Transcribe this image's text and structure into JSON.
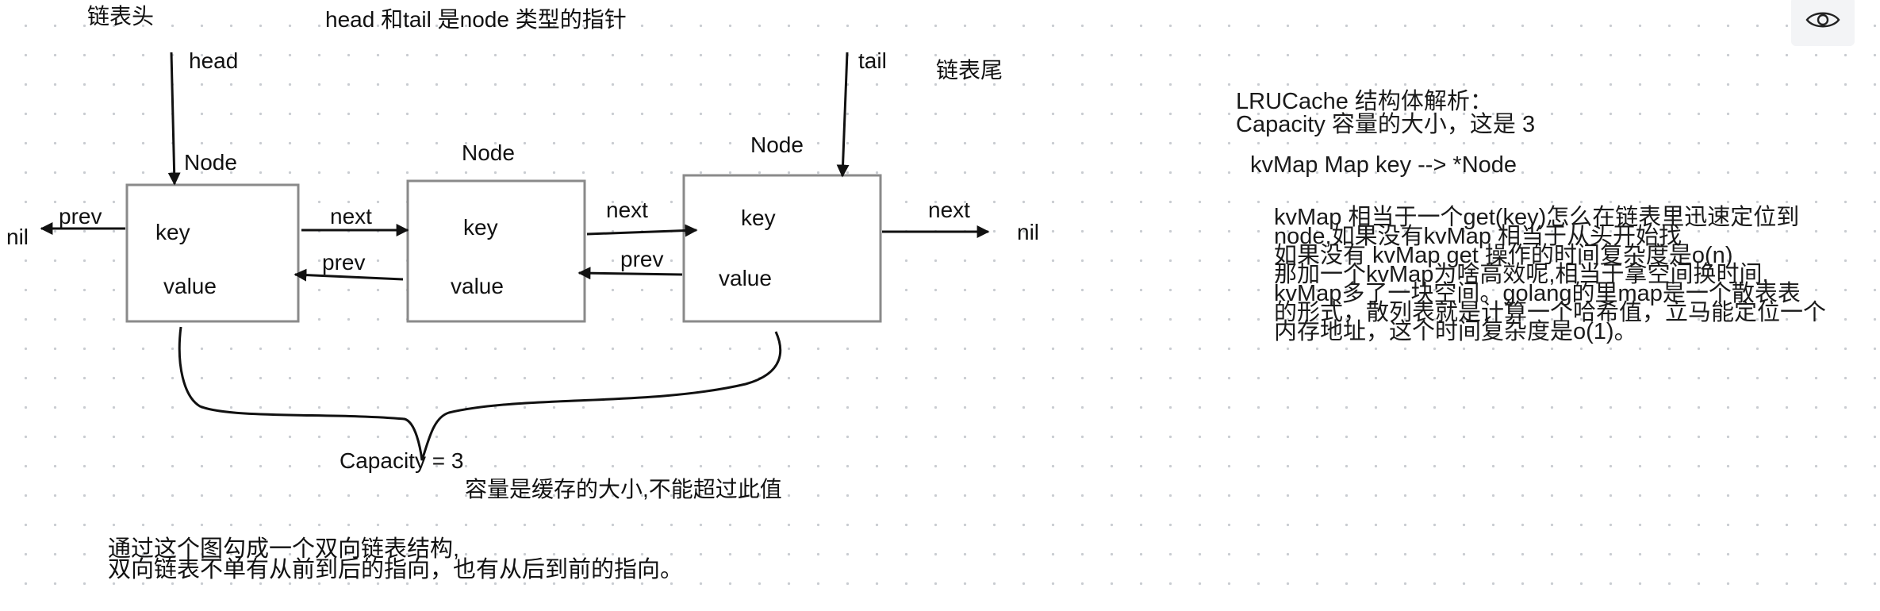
{
  "diagram": {
    "head_label": "链表头",
    "pointer_note": "head 和tail 是node  类型的指针",
    "tail_label": "链表尾",
    "head_ptr": "head",
    "tail_ptr": "tail",
    "nil_left": "nil",
    "nil_right": "nil",
    "nodes": [
      {
        "title": "Node",
        "key": "key",
        "value": "value"
      },
      {
        "title": "Node",
        "key": "key",
        "value": "value"
      },
      {
        "title": "Node",
        "key": "key",
        "value": "value"
      }
    ],
    "links": {
      "prev_to_nil": "prev",
      "next_1_2": "next",
      "prev_2_1": "prev",
      "next_2_3": "next",
      "prev_3_2": "prev",
      "next_to_nil": "next"
    },
    "capacity_label": "Capacity = 3",
    "capacity_note": "容量是缓存的大小,不能超过此值",
    "summary": [
      "通过这个图勾成一个双向链表结构,",
      "双向链表不单有从前到后的指向，也有从后到前的指向。"
    ]
  },
  "explanation": {
    "heading": "LRUCache 结构体解析：",
    "capacity_line": "Capacity  容量的大小，这是 3",
    "kvmap_line": "kvMap    Map   key --> *Node",
    "paragraph": [
      "kvMap 相当于一个get(key)怎么在链表里迅速定位到",
      "node,如果没有kvMap 相当于从头开始找",
      "如果没有 kvMap get 操作的时间复杂度是o(n)",
      "那加一个kvMap为啥高效呢,相当于拿空间换时间,",
      "kvMap多了一块空间。golang的里map是一个散表表",
      "的形式，散列表就是计算一个哈希值，立马能定位一个",
      "内存地址，这个时间复杂度是o(1)。"
    ]
  },
  "toolbar": {
    "view_icon": "eye-icon"
  },
  "colors": {
    "line": "#111111",
    "box_border": "#8a8a8a",
    "grid_dot": "#c9ccd1"
  }
}
